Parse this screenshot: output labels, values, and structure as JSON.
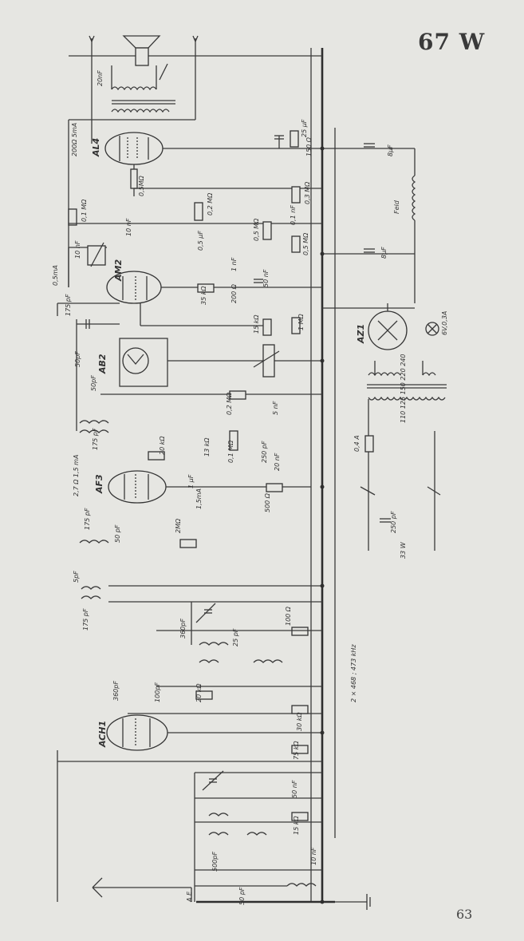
{
  "title": "67 W",
  "page_number": "63",
  "tubes": [
    {
      "id": "al4",
      "label": "AL4"
    },
    {
      "id": "am2",
      "label": "AM2"
    },
    {
      "id": "ab2",
      "label": "AB2"
    },
    {
      "id": "af3",
      "label": "AF3"
    },
    {
      "id": "ach1",
      "label": "ACH1"
    },
    {
      "id": "az1",
      "label": "AZ1"
    }
  ],
  "labels": {
    "c_20nf": "20nF",
    "r_200": "200Ω 5mA",
    "c_25uf": "25 µF",
    "r_150": "150 Ω",
    "c_8uf_top": "8µF",
    "feld": "Feld",
    "r_05": "0,5MΩ",
    "r_01": "0,1 MΩ",
    "c_10": "10 nF",
    "r_02": "0,2 MΩ",
    "r_05b": "0,5 MΩ",
    "c_05": "0,5 µF",
    "r_03": "0,3 MΩ",
    "c_01": "0,1 nF",
    "r_05c": "0,5 MΩ",
    "c_8uf": "8µF",
    "c_10nf": "10 nF",
    "i_05": "0,5mA",
    "r_3k": "35 kΩ",
    "r_200b": "200 Ω",
    "c_50": "50 nF",
    "c_1": "1 nF",
    "r_15": "15 kΩ",
    "r_1m": "1 MΩ",
    "c_175a": "175 pF",
    "c_50pf": "50pF",
    "c_50pf2": "50pF",
    "lamp": "6V,0,3A",
    "r_02b": "0,2 MΩ",
    "c_5": "5 nF",
    "mains": "110 125 150 220 240",
    "c_175b": "175 pF",
    "r_20k": "20 kΩ",
    "r_0_1": "0,1 MΩ",
    "c_250": "250 pF",
    "c_20": "20 nF",
    "i_27": "2,7 Ω 1,5 mA",
    "r_13k": "13 kΩ",
    "i_15": "1,5mA",
    "c_1u": "1 µF",
    "r_500": "500 Ω",
    "c_175c": "175 pF",
    "c_50b": "50 pF",
    "r_2m": "2MΩ",
    "c_250pf": "250 pF",
    "fuse": "0,4 A",
    "sw_33": "33 W",
    "c_5pf": "5pF",
    "c_175d": "175 pF",
    "c_360": "360pF",
    "c_25": "25 pF",
    "r_100": "100 Ω",
    "freq": "2 × 468 ; 473 kHz",
    "c_360b": "360pF",
    "c_100pf": "100pF",
    "r_20kb": "20 kΩ",
    "r_30k": "30 kΩ",
    "r_75": "75 kΩ",
    "c_50c": "50 nF",
    "r_15k": "15 kΩ",
    "c_500": "500pF",
    "c_10b": "10 nF",
    "c_50d": "50 pF",
    "ant": "A E"
  }
}
